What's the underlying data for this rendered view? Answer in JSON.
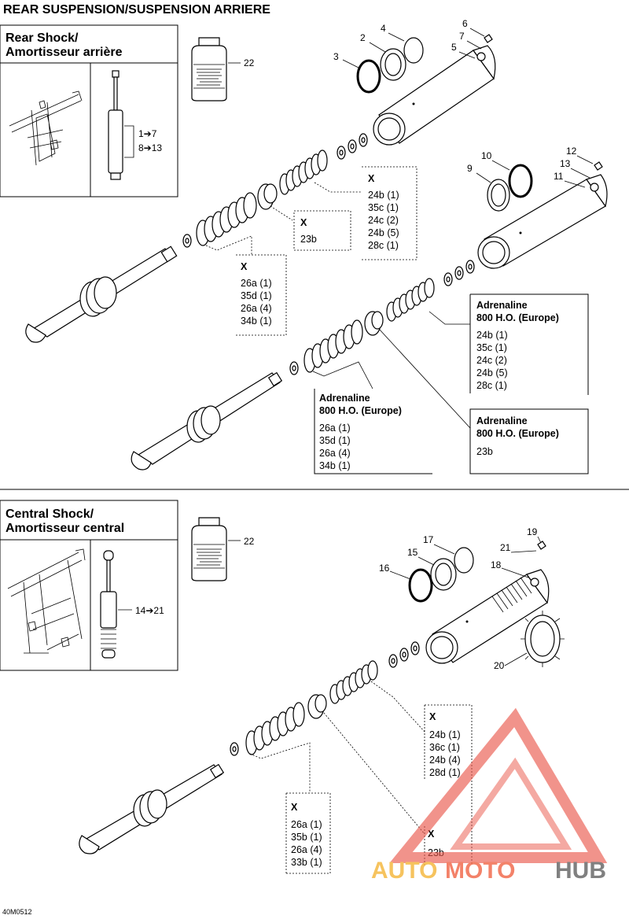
{
  "page_title": "REAR SUSPENSION/SUSPENSION ARRIERE",
  "figure_code": "40M0512",
  "watermark": {
    "text_1": "AUTO",
    "text_2": "MOTO",
    "text_3": "HUB",
    "colors": {
      "auto": "#f5b942",
      "moto": "#f26d4f",
      "hub": "#6b6b6b",
      "triangle": "#e9574a"
    }
  },
  "rear_shock": {
    "title_1": "Rear Shock/",
    "title_2": "Amortisseur arrière",
    "range_1": "1➔7",
    "range_2": "8➔13",
    "callouts": [
      "22",
      "2",
      "4",
      "6",
      "7",
      "5",
      "3",
      "10",
      "12",
      "13",
      "9",
      "11"
    ],
    "box_spring_upper": {
      "header": "X",
      "lines": [
        "24b (1)",
        "35c (1)",
        "24c (2)",
        "24b (5)",
        "28c (1)"
      ]
    },
    "box_piston": {
      "header": "X",
      "lines": [
        "23b"
      ]
    },
    "box_spring_lower": {
      "header": "X",
      "lines": [
        "26a (1)",
        "35d (1)",
        "26a (4)",
        "34b (1)"
      ]
    },
    "box_adr_upper": {
      "header_1": "Adrenaline",
      "header_2": "800 H.O. (Europe)",
      "lines": [
        "24b (1)",
        "35c (1)",
        "24c (2)",
        "24b (5)",
        "28c (1)"
      ]
    },
    "box_adr_lower": {
      "header_1": "Adrenaline",
      "header_2": "800 H.O. (Europe)",
      "lines": [
        "26a (1)",
        "35d (1)",
        "26a (4)",
        "34b (1)"
      ]
    },
    "box_adr_piston": {
      "header_1": "Adrenaline",
      "header_2": "800 H.O. (Europe)",
      "lines": [
        "23b"
      ]
    }
  },
  "central_shock": {
    "title_1": "Central Shock/",
    "title_2": "Amortisseur central",
    "range_1": "14➔21",
    "callouts": [
      "22",
      "17",
      "19",
      "15",
      "21",
      "16",
      "18",
      "20"
    ],
    "box_spring_upper": {
      "header": "X",
      "lines": [
        "24b (1)",
        "36c (1)",
        "24b (4)",
        "28d (1)"
      ]
    },
    "box_piston": {
      "header": "X",
      "lines": [
        "23b"
      ]
    },
    "box_spring_lower": {
      "header": "X",
      "lines": [
        "26a (1)",
        "35b (1)",
        "26a (4)",
        "33b (1)"
      ]
    }
  }
}
